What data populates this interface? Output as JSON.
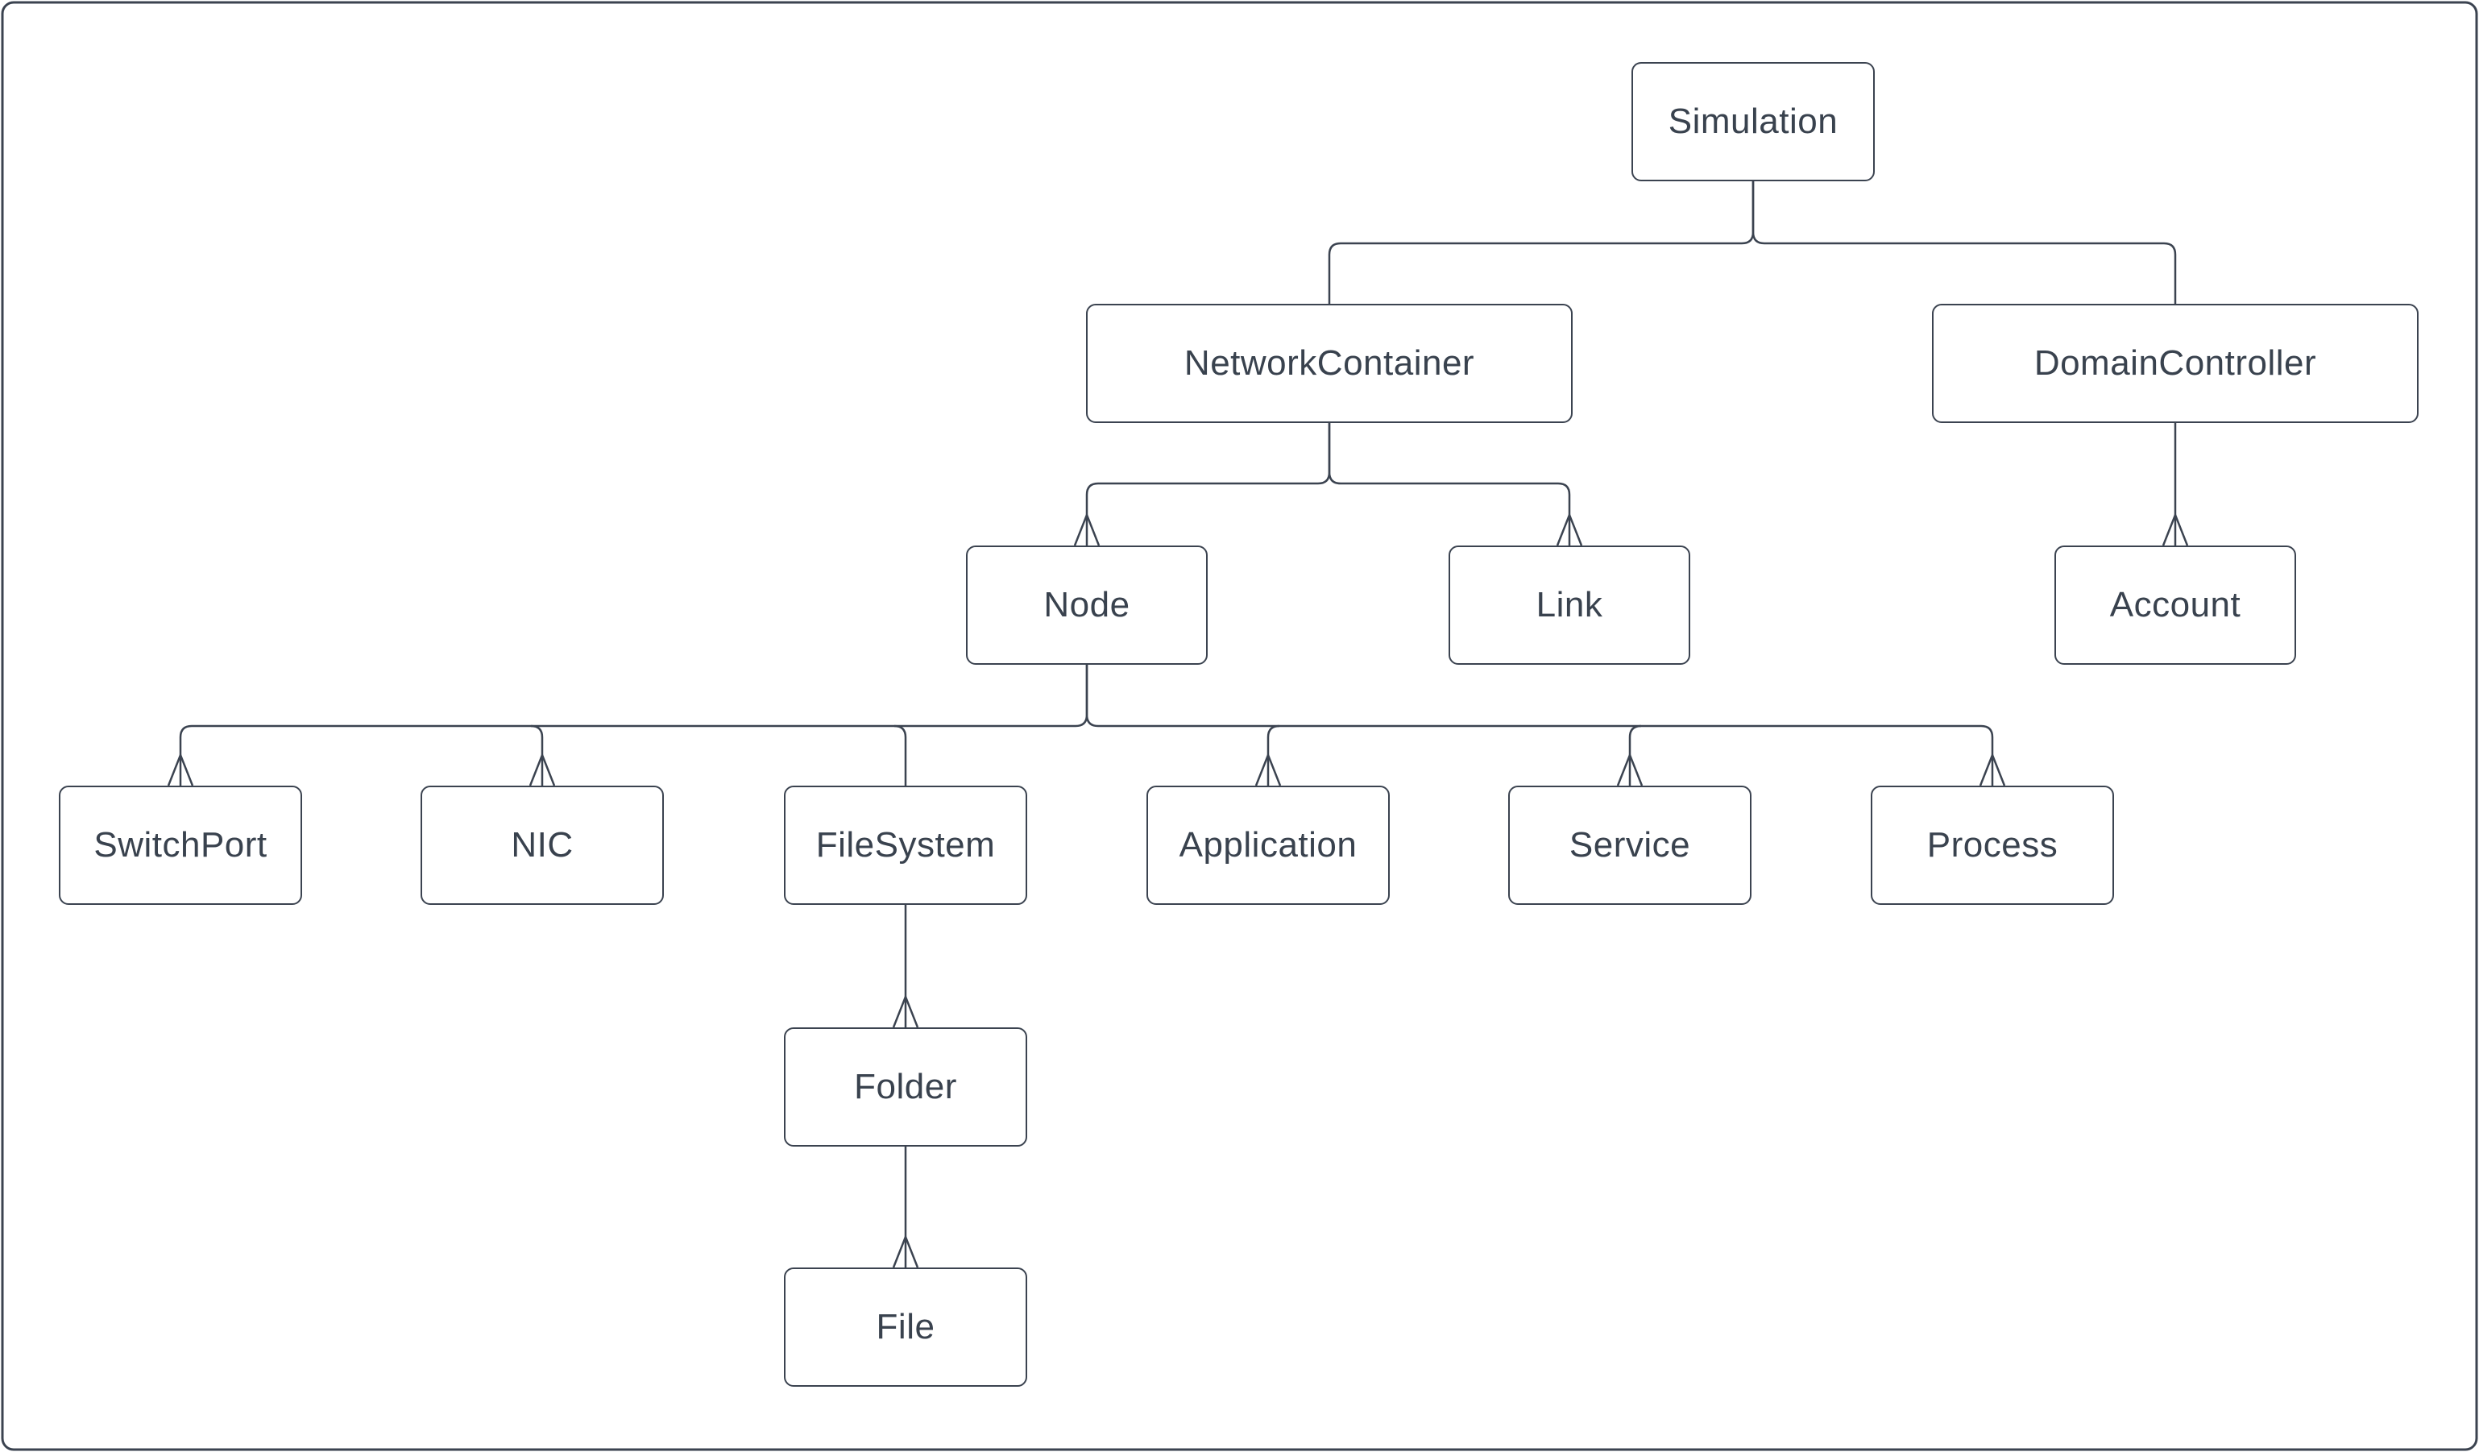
{
  "diagram": {
    "type": "tree-hierarchy",
    "colors": {
      "stroke": "#3b4350",
      "text": "#39424e",
      "background": "#ffffff"
    },
    "nodes": [
      {
        "id": "simulation",
        "label": "Simulation",
        "parent": null,
        "arrowhead": false
      },
      {
        "id": "networkcontainer",
        "label": "NetworkContainer",
        "parent": "simulation",
        "arrowhead": false
      },
      {
        "id": "domaincontroller",
        "label": "DomainController",
        "parent": "simulation",
        "arrowhead": false
      },
      {
        "id": "node",
        "label": "Node",
        "parent": "networkcontainer",
        "arrowhead": true
      },
      {
        "id": "link",
        "label": "Link",
        "parent": "networkcontainer",
        "arrowhead": true
      },
      {
        "id": "account",
        "label": "Account",
        "parent": "domaincontroller",
        "arrowhead": true
      },
      {
        "id": "switchport",
        "label": "SwitchPort",
        "parent": "node",
        "arrowhead": true
      },
      {
        "id": "nic",
        "label": "NIC",
        "parent": "node",
        "arrowhead": true
      },
      {
        "id": "filesystem",
        "label": "FileSystem",
        "parent": "node",
        "arrowhead": false
      },
      {
        "id": "application",
        "label": "Application",
        "parent": "node",
        "arrowhead": true
      },
      {
        "id": "service",
        "label": "Service",
        "parent": "node",
        "arrowhead": true
      },
      {
        "id": "process",
        "label": "Process",
        "parent": "node",
        "arrowhead": true
      },
      {
        "id": "folder",
        "label": "Folder",
        "parent": "filesystem",
        "arrowhead": true
      },
      {
        "id": "file",
        "label": "File",
        "parent": "folder",
        "arrowhead": true
      }
    ]
  }
}
